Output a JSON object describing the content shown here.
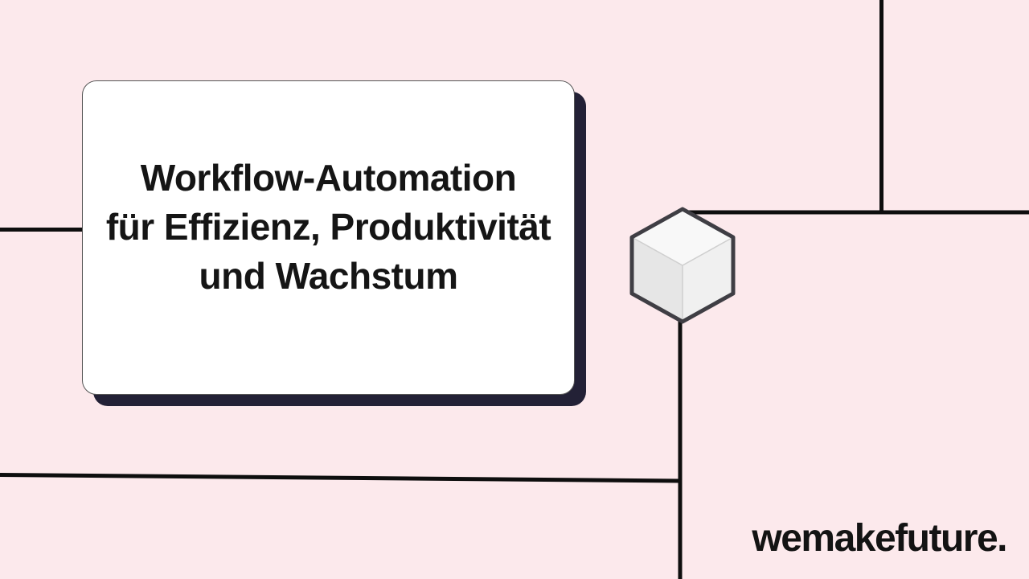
{
  "card": {
    "title_line1": "Workflow-Automation",
    "title_line2": "für Effizienz, Produktivität",
    "title_line3": "und Wachstum"
  },
  "logo": {
    "text": "wemakefuture."
  },
  "icons": {
    "cube": "cube-icon"
  },
  "colors": {
    "background": "#fce9ec",
    "line_black": "#0e0e0e",
    "card_background": "#ffffff",
    "card_border": "#555555",
    "card_shadow_navy": "#232136",
    "title_text": "#151515",
    "cube_outline": "#3f3e44",
    "cube_face_top": "#f8f8f8",
    "cube_face_left": "#e6e6e6",
    "cube_face_right": "#f0f0f0",
    "logo_text": "#131313"
  }
}
